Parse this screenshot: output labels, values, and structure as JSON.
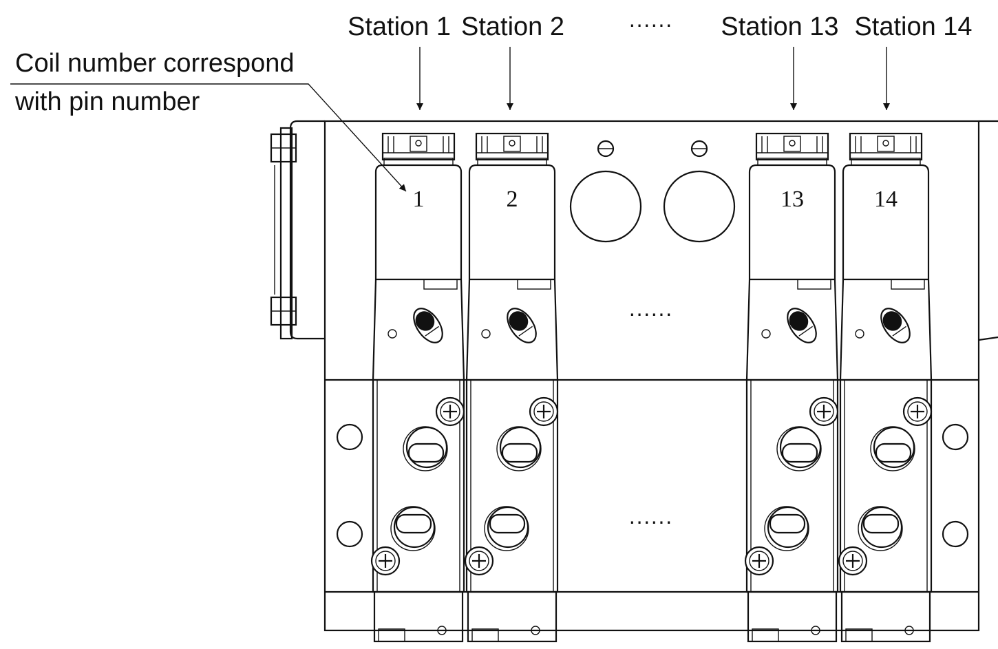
{
  "annotation": {
    "line1": "Coil number correspond",
    "line2": "with pin number"
  },
  "stations": [
    {
      "label": "Station 1",
      "coil": "1"
    },
    {
      "label": "Station 2",
      "coil": "2"
    },
    {
      "label": "Station 13",
      "coil": "13"
    },
    {
      "label": "Station 14",
      "coil": "14"
    }
  ],
  "ellipsis": "······"
}
